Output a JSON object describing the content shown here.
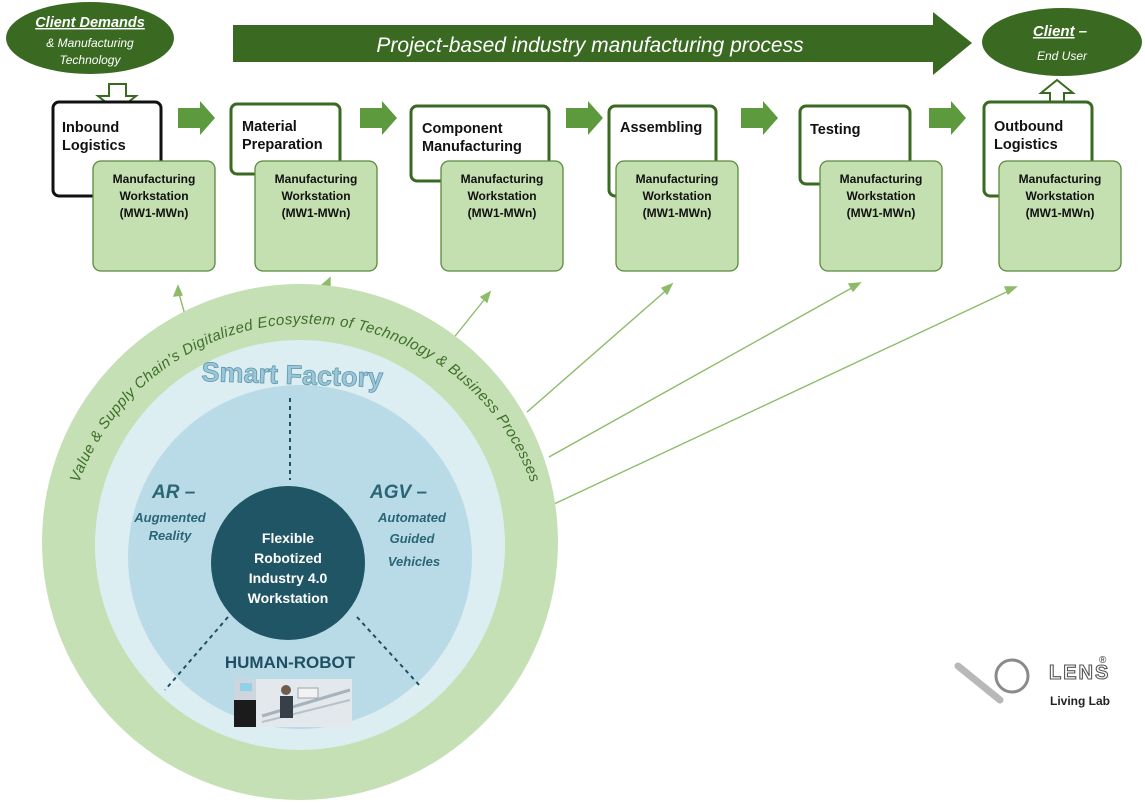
{
  "banner": {
    "title": "Project-based industry manufacturing process",
    "left_oval": {
      "title": "Client Demands",
      "line2": "& Manufacturing",
      "line3": "Technology"
    },
    "right_oval": {
      "title": "Client",
      "dash": " –",
      "line2": "End User"
    }
  },
  "stages": [
    {
      "line1": "Inbound",
      "line2": "Logistics"
    },
    {
      "line1": "Material",
      "line2": "Preparation"
    },
    {
      "line1": "Component",
      "line2": "Manufacturing"
    },
    {
      "line1": "Assembling",
      "line2": ""
    },
    {
      "line1": "Testing",
      "line2": ""
    },
    {
      "line1": "Outbound",
      "line2": "Logistics"
    }
  ],
  "workstation": {
    "line1": "Manufacturing",
    "line2": "Workstation",
    "line3": "(MW1-MWn)"
  },
  "ecosystem": {
    "arc_text": "Value & Supply Chain’s Digitalized Ecosystem of  Technology & Business Processes",
    "smart_factory": "Smart Factory",
    "ar": {
      "title": "AR –",
      "line1": "Augmented",
      "line2": "Reality"
    },
    "agv": {
      "title": "AGV –",
      "line1": "Automated",
      "line2": "Guided",
      "line3": "Vehicles"
    },
    "core": {
      "line1": "Flexible",
      "line2": "Robotized",
      "line3": "Industry 4.0",
      "line4": "Workstation"
    },
    "human_robot": "HUMAN-ROBOT"
  },
  "logo": {
    "wordmark": "LENS",
    "registered": "®",
    "subtitle": "Living Lab"
  },
  "colors": {
    "dark_green": "#3a6a22",
    "arrow_green": "#5c9a3d",
    "box_fill": "#c4dfb0",
    "box_border": "#5a8a3c",
    "outer_ring": "#c5e0b4",
    "mid_ring": "#ddeef3",
    "inner_disc": "#b9dbe7",
    "core_disc": "#1f5565",
    "text_teal": "#2a6575"
  }
}
